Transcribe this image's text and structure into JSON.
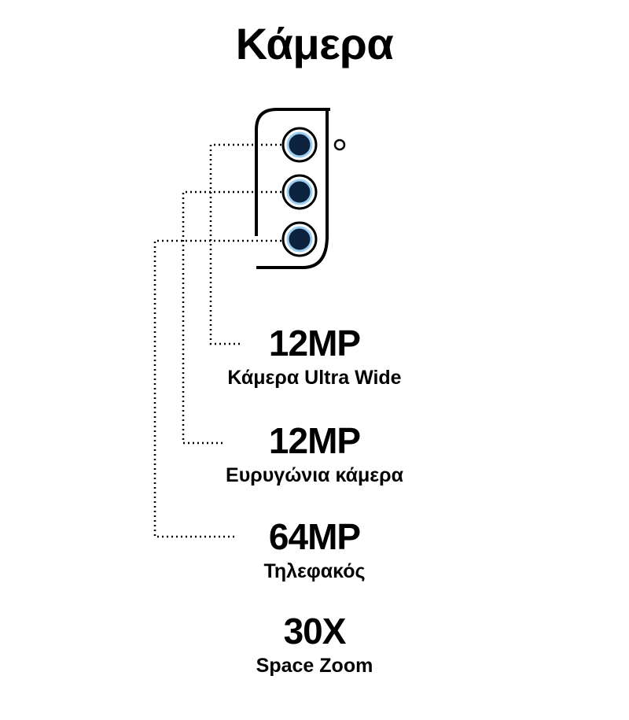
{
  "title": "Κάμερα",
  "specs": [
    {
      "value": "12MP",
      "label": "Κάμερα Ultra Wide"
    },
    {
      "value": "12MP",
      "label": "Ευρυγώνια κάμερα"
    },
    {
      "value": "64MP",
      "label": "Τηλεφακός"
    },
    {
      "value": "30X",
      "label": "Space Zoom"
    }
  ],
  "colors": {
    "lens_fill": "#0c2340",
    "lens_ring": "#9ccff0",
    "stroke": "#000000"
  },
  "icons": [
    "phone-camera-module-icon",
    "camera-lens-icon",
    "flash-icon"
  ]
}
